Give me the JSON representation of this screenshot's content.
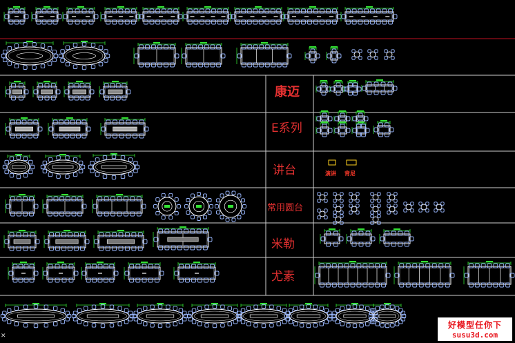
{
  "colors": {
    "background": "#000000",
    "chairs": "#9ab8ff",
    "tables": "#ffffff",
    "dimensions": "#33e033",
    "frame_lines": "#cfcfcf",
    "top_separator": "#c01020",
    "labels": "#e23030"
  },
  "category_labels": [
    "康迈",
    "E系列",
    "讲台",
    "常用圆台",
    "米勒",
    "尤素"
  ],
  "podium_captions": [
    "演讲",
    "背尼"
  ],
  "watermark": {
    "title": "好模型任你下",
    "url": "susu3d.com"
  },
  "axis_marker_icon": "ucs-axis-icon"
}
